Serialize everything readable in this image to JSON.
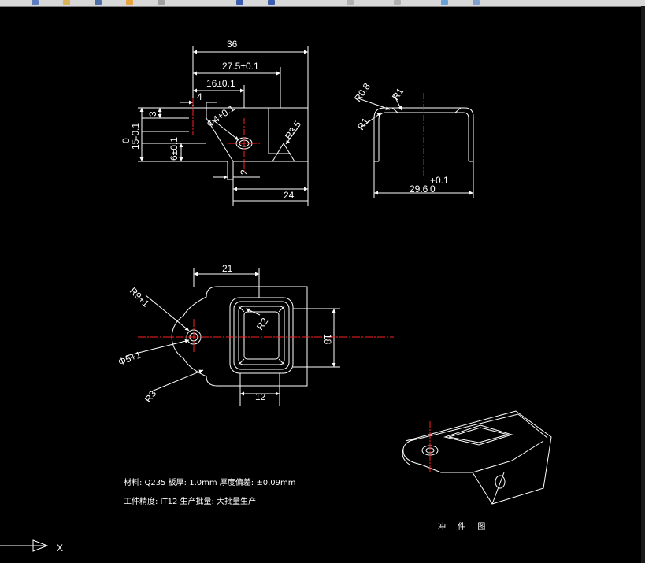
{
  "dims": {
    "d36": "36",
    "d27_5": "27.5±0.1",
    "d16": "16±0.1",
    "d4": "4",
    "d3": "3",
    "d15": "15-0.1",
    "d15_tol": "0",
    "d6": "6±0.1",
    "phi4": "Φ4+0.1",
    "r3_5": "R3.5",
    "d2": "2",
    "d24": "24",
    "r0_8": "R0.8",
    "r1a": "R1",
    "r1b": "R1",
    "d29_6": "29.6",
    "d29_6_tol_up": "+0.1",
    "d29_6_tol_dn": "0",
    "d21": "21",
    "r9": "R9+1",
    "phi5": "Φ5+1",
    "r2": "R2",
    "d18": "18",
    "d12": "12",
    "r3": "R3"
  },
  "notes": {
    "line1": "材料: Q235  板厚: 1.0mm  厚度偏差: ±0.09mm",
    "line2": "工件精度: IT12  生产批量: 大批量生产",
    "title": "冲  件  图"
  },
  "ucs": {
    "x_label": "X"
  },
  "colors": {
    "line": "#ffffff",
    "center": "#ff2020",
    "bg": "#000000"
  }
}
